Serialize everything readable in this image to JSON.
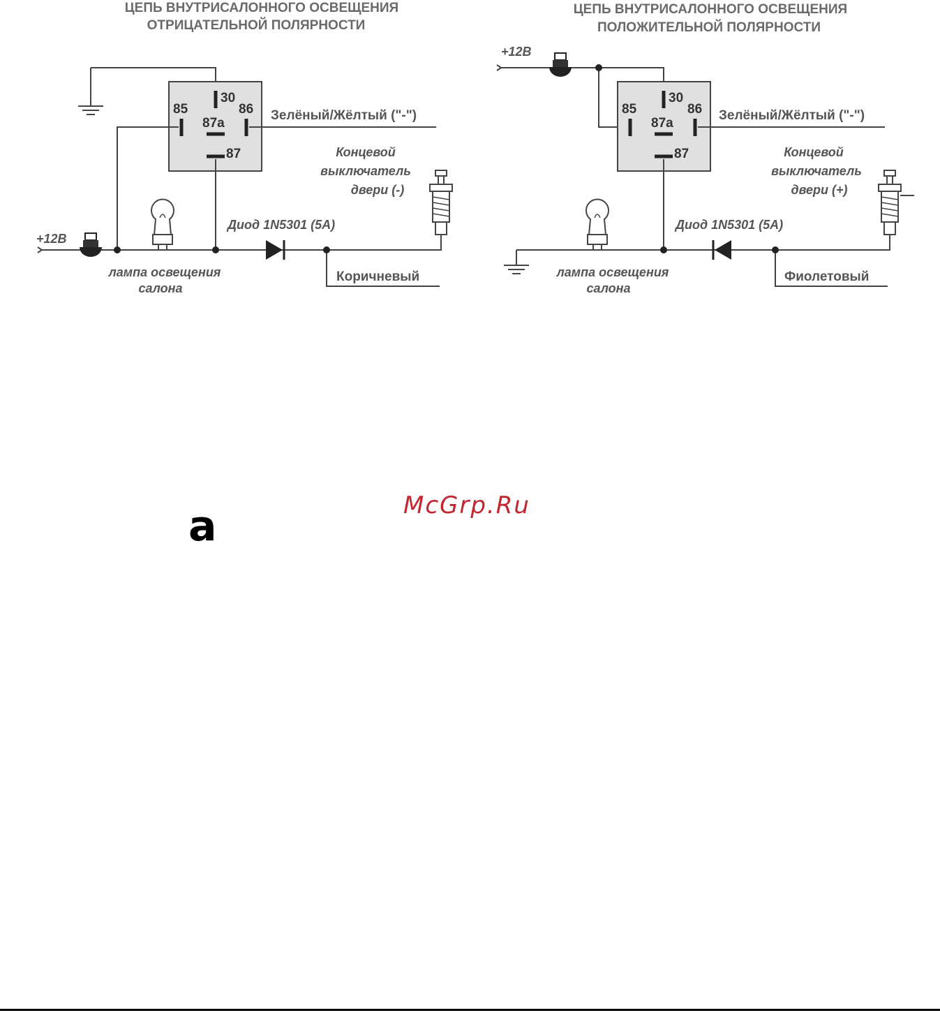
{
  "left": {
    "title1": "ЦЕПЬ ВНУТРИСАЛОННОГО ОСВЕЩЕНИЯ",
    "title2": "ОТРИЦАТЕЛЬНОЙ ПОЛЯРНОСТИ",
    "pin30": "30",
    "pin85": "85",
    "pin86": "86",
    "pin87a": "87a",
    "pin87": "87",
    "wire_label": "Зелёный/Жёлтый (\"-\")",
    "switch1": "Концевой",
    "switch2": "выключатель",
    "switch3": "двери (-)",
    "diode": "Диод 1N5301 (5A)",
    "power": "+12В",
    "lamp1": "лампа освещения",
    "lamp2": "салона",
    "bottom_wire": "Коричневый"
  },
  "right": {
    "title1": "ЦЕПЬ ВНУТРИСАЛОННОГО ОСВЕЩЕНИЯ",
    "title2": "ПОЛОЖИТЕЛЬНОЙ ПОЛЯРНОСТИ",
    "pin30": "30",
    "pin85": "85",
    "pin86": "86",
    "pin87a": "87a",
    "pin87": "87",
    "wire_label": "Зелёный/Жёлтый (\"-\")",
    "switch1": "Концевой",
    "switch2": "выключатель",
    "switch3": "двери (+)",
    "diode": "Диод 1N5301 (5A)",
    "power": "+12В",
    "lamp1": "лампа освещения",
    "lamp2": "салона",
    "bottom_wire": "Фиолетовый"
  },
  "watermark": "McGrp.Ru",
  "glyph": "a",
  "colors": {
    "watermark": "#c2262e",
    "relay_fill": "#e0e0e0"
  }
}
